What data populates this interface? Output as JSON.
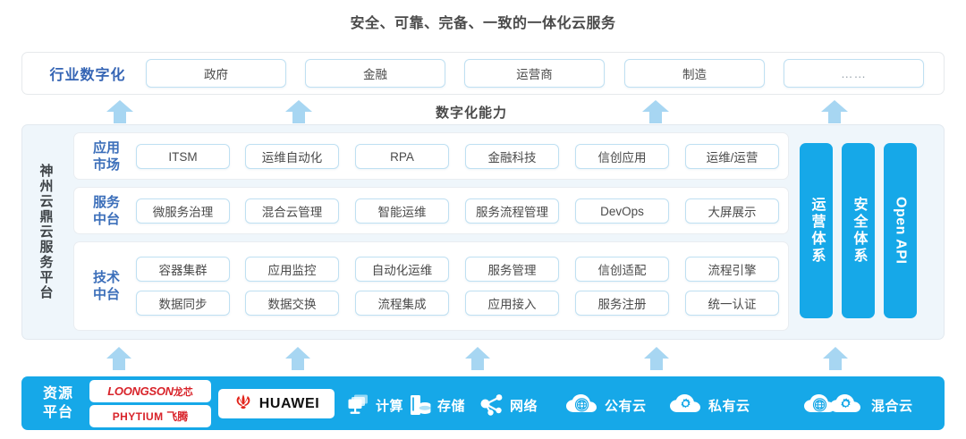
{
  "title": "安全、可靠、完备、一致的一体化云服务",
  "industry": {
    "label": "行业数字化",
    "items": [
      "政府",
      "金融",
      "运营商",
      "制造",
      "……"
    ]
  },
  "capability": {
    "label": "数字化能力"
  },
  "platform": {
    "vertical_label": "神州云鼎云服务平台",
    "sections": [
      {
        "label_line1": "应用",
        "label_line2": "市场",
        "rows": [
          [
            "ITSM",
            "运维自动化",
            "RPA",
            "金融科技",
            "信创应用",
            "运维/运营"
          ]
        ]
      },
      {
        "label_line1": "服务",
        "label_line2": "中台",
        "rows": [
          [
            "微服务治理",
            "混合云管理",
            "智能运维",
            "服务流程管理",
            "DevOps",
            "大屏展示"
          ]
        ]
      },
      {
        "label_line1": "技术",
        "label_line2": "中台",
        "rows": [
          [
            "容器集群",
            "应用监控",
            "自动化运维",
            "服务管理",
            "信创适配",
            "流程引擎"
          ],
          [
            "数据同步",
            "数据交换",
            "流程集成",
            "应用接入",
            "服务注册",
            "统一认证"
          ]
        ]
      }
    ],
    "vbars": [
      {
        "text": "运营体系",
        "kind": "cn"
      },
      {
        "text": "安全体系",
        "kind": "cn"
      },
      {
        "text": "Open API",
        "kind": "en"
      }
    ]
  },
  "resource": {
    "label_line1": "资源",
    "label_line2": "平台",
    "logos": [
      {
        "name": "loongson",
        "en": "LOONGSON",
        "cn": "龙芯"
      },
      {
        "name": "phytium",
        "en": "PHYTIUM",
        "cn": "飞腾"
      },
      {
        "name": "huawei",
        "en": "HUAWEI",
        "cn": ""
      }
    ],
    "items": [
      {
        "icon": "compute-icon",
        "label": "计算"
      },
      {
        "icon": "storage-icon",
        "label": "存储"
      },
      {
        "icon": "network-icon",
        "label": "网络"
      },
      {
        "icon": "public-cloud-icon",
        "label": "公有云"
      },
      {
        "icon": "private-cloud-icon",
        "label": "私有云"
      },
      {
        "icon": "hybrid-cloud-icon",
        "label": "混合云"
      }
    ]
  },
  "colors": {
    "accent_blue": "#16a8e8",
    "arrow_blue": "#a7d6f2",
    "label_blue": "#3c6fba",
    "panel_bg": "#eff6fb",
    "chip_border": "#bfe0f2",
    "logo_red": "#d8232a"
  }
}
